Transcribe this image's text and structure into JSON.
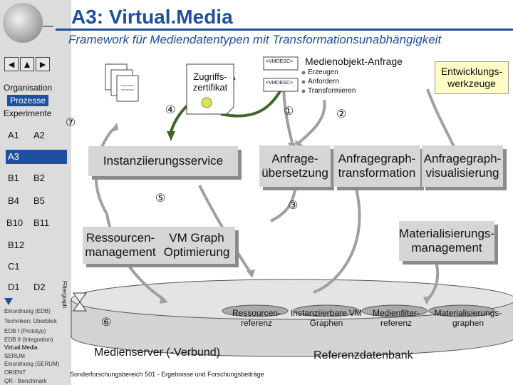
{
  "header": {
    "title": "A3: Virtual.Media",
    "subtitle": "Framework für Mediendatentypen mit Transformationsunabhängigkeit"
  },
  "sidebar": {
    "nav_arrows": [
      "◄",
      "▲",
      "►"
    ],
    "labels": [
      "Organisation",
      "Prozesse",
      "Experimente"
    ],
    "active_label": "Prozesse",
    "chips": [
      "A1",
      "A2",
      "A3",
      "B1",
      "B2",
      "B4",
      "B5",
      "B10",
      "B11",
      "B12",
      "C1",
      "D1",
      "D2"
    ],
    "active_chip": "A3",
    "filter_title": "Filtergraph",
    "filter_items": [
      "Einordnung (EDB)",
      "Techniken: Überblick",
      "EDB I (Prototyp)",
      "EDB II (Integration)",
      "Virtual.Media",
      "SERUM",
      "Einordnung (SERUM)",
      "ORIENT",
      "QR - Benchmark"
    ],
    "highlight_item": "Virtual.Media"
  },
  "diagram": {
    "request_title": "Medienobjekt-Anfrage",
    "request_items": [
      "Erzeugen",
      "Anfordern",
      "Transformieren"
    ],
    "vmdesc_tag": "<VMDESC>",
    "access_cert": "Zugriffs- zertifikat",
    "dev_tools": "Entwicklungs- werkzeuge",
    "instantiation": "Instanziierungsservice",
    "query_translation": "Anfrage- übersetzung",
    "query_graph_transform": "Anfragegraph- transformation",
    "query_graph_visual": "Anfragegraph- visualisierung",
    "resource_mgmt": "Ressourcen- management",
    "vm_graph_opt": "VM Graph Optimierung",
    "materialization": "Materialisierungs- management",
    "resource_ref": "Ressourcen- referenz",
    "instantiable_graphs": "Instanziierbare VM Graphen",
    "media_filter_ref": "Medienfilter- referenz",
    "materialization_graphs": "Materialisierungs- graphen",
    "media_server": "Medienserver (-Verbund)",
    "reference_db": "Referenzdatenbank",
    "steps": [
      "①",
      "②",
      "③",
      "④",
      "⑤",
      "⑥",
      "⑦"
    ]
  },
  "footer": "Sonderforschungsbereich 501 - Ergebnisse und Forschungsbeiträge",
  "colors": {
    "accent": "#1e4fa0",
    "box": "#d6d6d6",
    "shadow": "#8b8b8b",
    "yellow": "#fffcc4"
  }
}
